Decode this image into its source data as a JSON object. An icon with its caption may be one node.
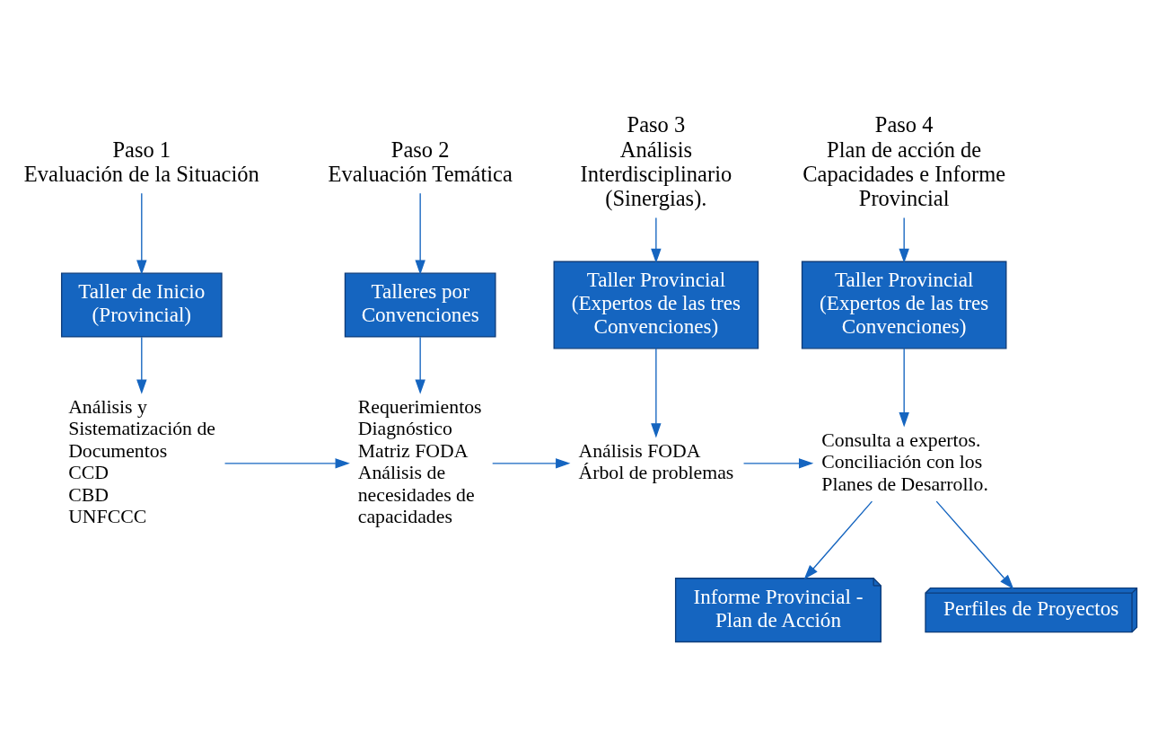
{
  "diagram": {
    "nodes": [
      {
        "text": [
          "Paso 1",
          "Evaluación de la Situación"
        ]
      },
      {
        "text": [
          "Taller de Inicio (Provincial)"
        ]
      },
      {
        "text": [
          "Análisis y Sistematización de Documentos",
          "CCD",
          "CBD",
          "UNFCCC"
        ]
      },
      {
        "text": [
          "Paso 2",
          "Evaluación Temática"
        ]
      },
      {
        "text": [
          "Talleres por Convenciones"
        ]
      },
      {
        "text": [
          "Requerimientos",
          "Diagnóstico",
          "Matriz FODA",
          "Análisis de necesidades de capacidades"
        ]
      },
      {
        "text": [
          "Paso 3",
          "Análisis Interdisciplinario (Sinergias)."
        ]
      },
      {
        "text": [
          "Taller Provincial (Expertos de las tres Convenciones)"
        ]
      },
      {
        "text": [
          "Análisis FODA",
          "Árbol de problemas"
        ]
      },
      {
        "text": [
          "Paso 4",
          "Plan de acción de Capacidades e Informe Provincial"
        ]
      },
      {
        "text": [
          "Taller Provincial (Expertos de las tres Convenciones)"
        ]
      },
      {
        "text": [
          "Consulta a expertos.",
          "Conciliación con los Planes de Desarrollo."
        ]
      },
      {
        "text": [
          "Informe Provincial - Plan de Acción"
        ]
      },
      {
        "text": [
          "Perfiles de Proyectos"
        ]
      }
    ],
    "edges": [
      {
        "from": 0,
        "to": 1,
        "arrow": "to"
      },
      {
        "from": 1,
        "to": 2,
        "arrow": "to"
      },
      {
        "from": 3,
        "to": 4,
        "arrow": "to"
      },
      {
        "from": 4,
        "to": 5,
        "arrow": "to"
      },
      {
        "from": 6,
        "to": 7,
        "arrow": "to"
      },
      {
        "from": 7,
        "to": 8,
        "arrow": "to"
      },
      {
        "from": 9,
        "to": 10,
        "arrow": "to"
      },
      {
        "from": 10,
        "to": 11,
        "arrow": "to"
      },
      {
        "from": 2,
        "to": 5,
        "arrow": "to"
      },
      {
        "from": 5,
        "to": 8,
        "arrow": "to"
      },
      {
        "from": 8,
        "to": 11,
        "arrow": "to"
      },
      {
        "from": 11,
        "to": 12,
        "arrow": "to"
      },
      {
        "from": 11,
        "to": 13,
        "arrow": "to"
      }
    ]
  }
}
